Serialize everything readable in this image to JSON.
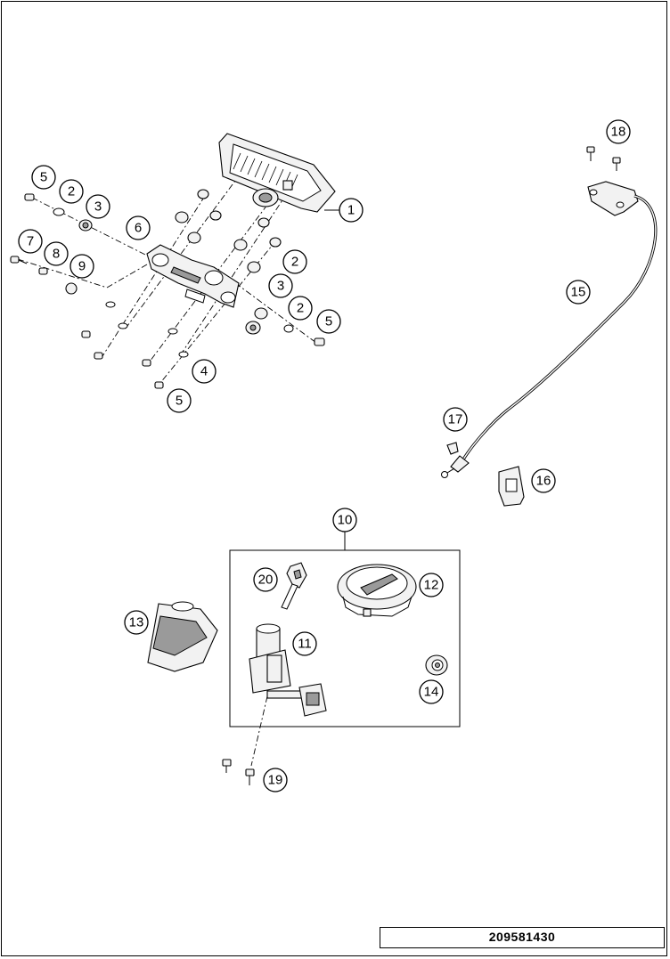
{
  "diagram": {
    "callouts": [
      "1",
      "2",
      "3",
      "5",
      "6",
      "7",
      "8",
      "9",
      "2",
      "3",
      "2",
      "5",
      "4",
      "5",
      "18",
      "15",
      "17",
      "16",
      "10",
      "20",
      "12",
      "13",
      "11",
      "14",
      "19"
    ],
    "document_number": "209581430"
  }
}
